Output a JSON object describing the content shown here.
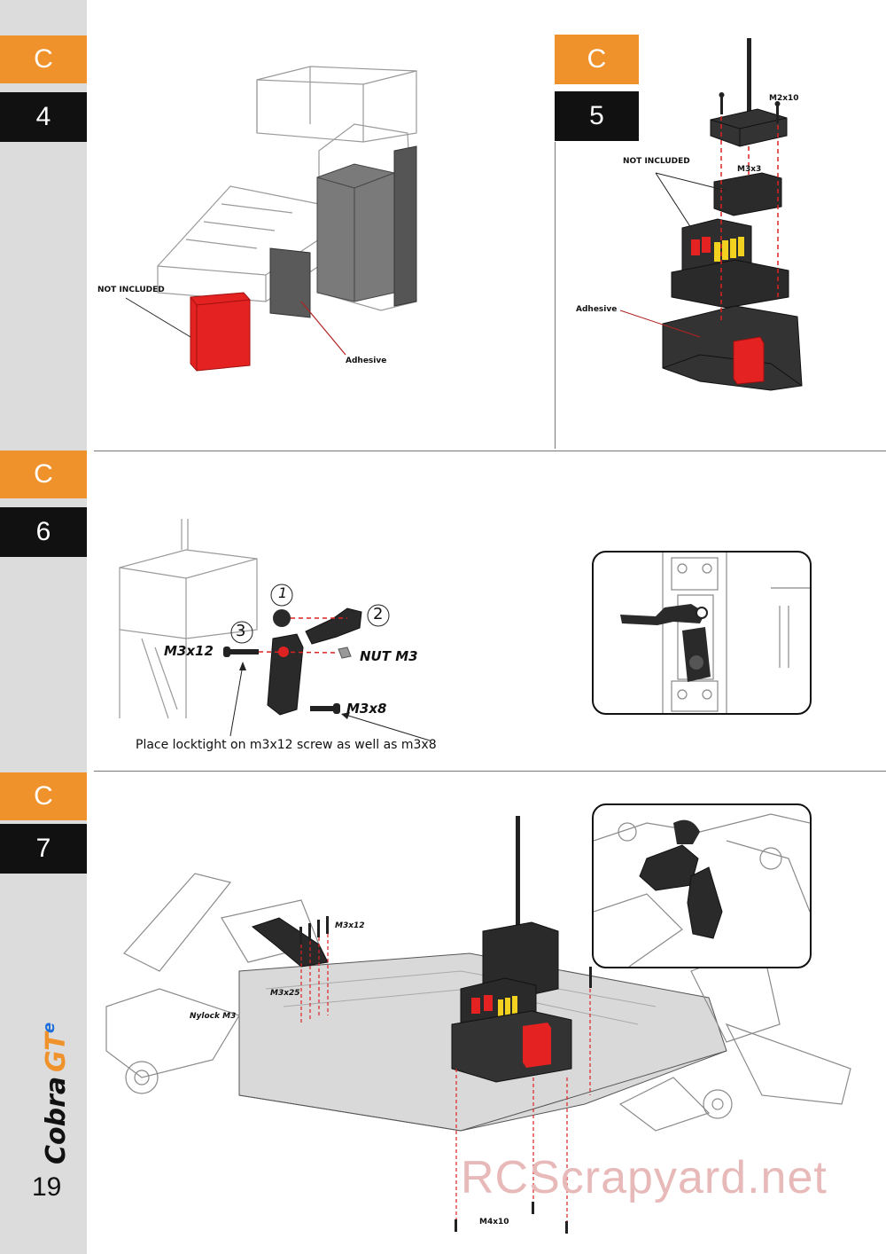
{
  "steps": [
    {
      "letter": "C",
      "number": "4"
    },
    {
      "letter": "C",
      "number": "5"
    },
    {
      "letter": "C",
      "number": "6"
    },
    {
      "letter": "C",
      "number": "7"
    }
  ],
  "c4": {
    "not_included": "NOT INCLUDED",
    "adhesive": "Adhesive"
  },
  "c5": {
    "m2x10": "M2x10",
    "not_included": "NOT INCLUDED",
    "m3x3": "M3x3",
    "adhesive": "Adhesive"
  },
  "c6": {
    "callout_1": "1",
    "callout_2": "2",
    "callout_3": "3",
    "m3x12": "M3x12",
    "nut_m3": "NUT M3",
    "m3x8": "M3x8",
    "note": "Place locktight on m3x12 screw as well as m3x8"
  },
  "c7": {
    "m3x12": "M3x12",
    "m3x25": "M3x25",
    "nylock": "Nylock M3",
    "m4x10": "M4x10"
  },
  "page_number": "19",
  "brand": "CobraGTe",
  "watermark": "RCScrapyard.net",
  "colors": {
    "orange": "#f0922b",
    "black": "#111111",
    "sidebar": "#dcdcdc",
    "part_red": "#e52222"
  }
}
